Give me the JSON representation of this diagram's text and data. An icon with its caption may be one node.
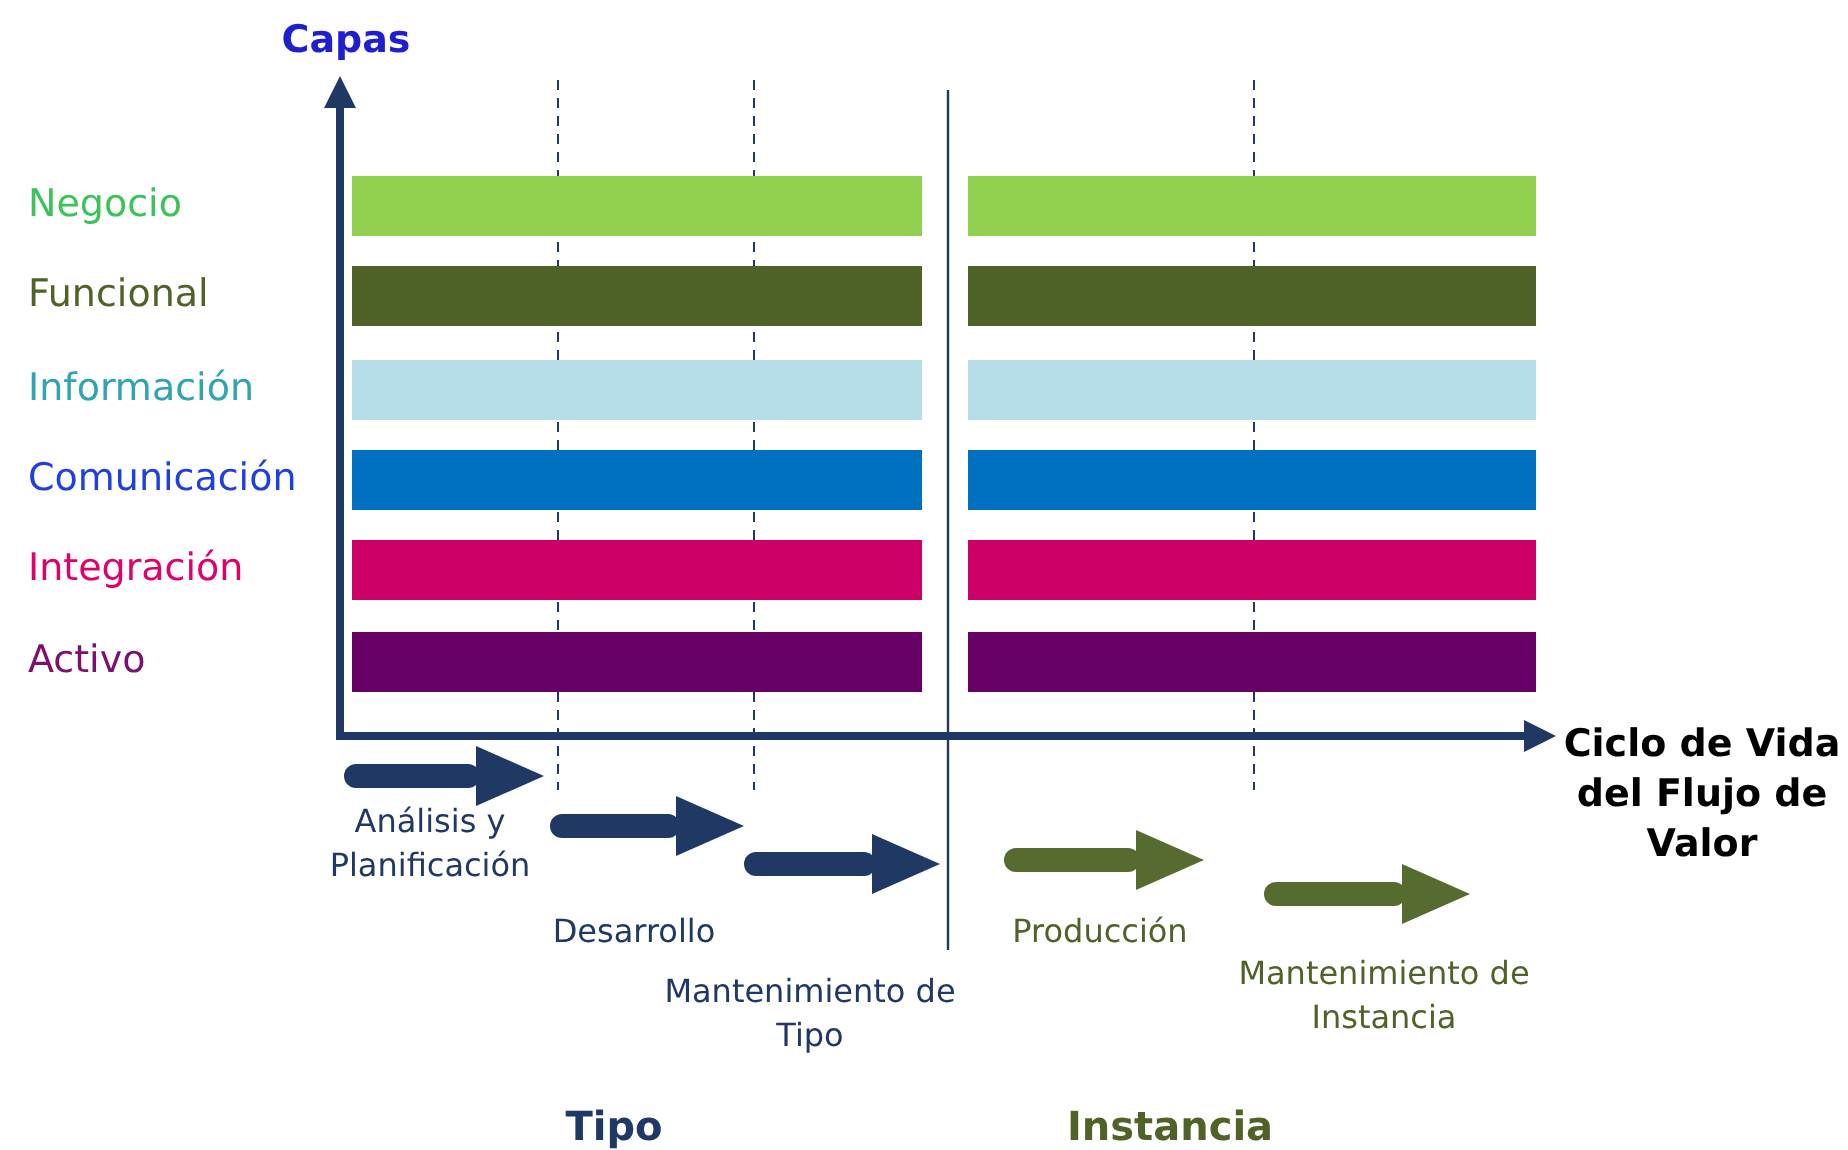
{
  "diagram": {
    "labels": [
      "Capas",
      "Ciclo de Vida del Flujo de Valor",
      "Análisis y Planificación",
      "Desarrollo",
      "Mantenimiento de Tipo",
      "Producción",
      "Mantenimiento de Instancia",
      "Tipo",
      "Instancia"
    ],
    "legend": [
      {
        "text": "Negocio",
        "color": "#92d050"
      },
      {
        "text": "Funcional",
        "color": "#4f6228"
      },
      {
        "text": "Información",
        "color": "#b7dee8"
      },
      {
        "text": "Comunicación",
        "color": "#0070c0"
      },
      {
        "text": "Integración",
        "color": "#cc0066"
      },
      {
        "text": "Activo",
        "color": "#660066"
      }
    ]
  }
}
